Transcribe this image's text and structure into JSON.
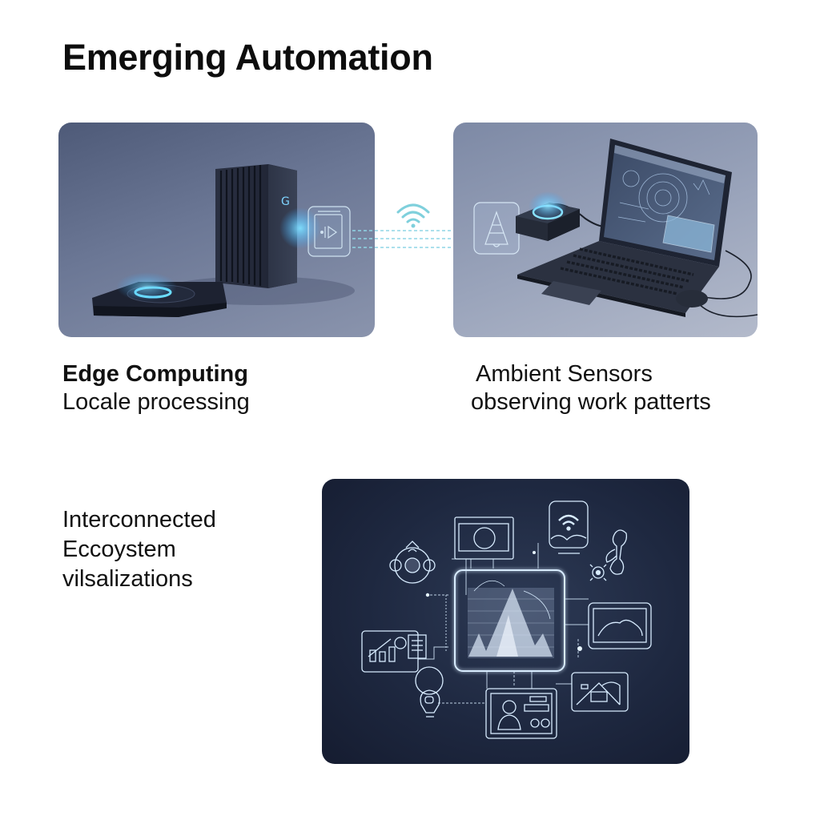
{
  "page": {
    "title": "Emerging Automation"
  },
  "sections": [
    {
      "id": "edge",
      "heading": "Edge Computing",
      "subtitle": "Locale processing",
      "image_subject": "edge server box and glowing charging pad with data-link icon"
    },
    {
      "id": "sensors",
      "heading": "Ambient Sensors",
      "subtitle": "observing work patterts",
      "image_subject": "laptop with sensor hub and mouse, notification bell icon"
    },
    {
      "id": "ecosystem",
      "line1": "Interconnected",
      "line2": "Eccoystem",
      "line3": "vilsalizations",
      "image_subject": "line-art ecosystem diagram with central chart screen and connected device icons"
    }
  ],
  "icons": {
    "link": "wifi-icon",
    "edge_badge": "play-document-icon",
    "sensors_badge": "bell-icon"
  },
  "colors": {
    "glow": "#5fd0ff",
    "line_art": "#d8ecff",
    "dark_panel": "#1e2840",
    "edge_panel": "#6b7795",
    "sensor_panel": "#9aa4bb"
  }
}
